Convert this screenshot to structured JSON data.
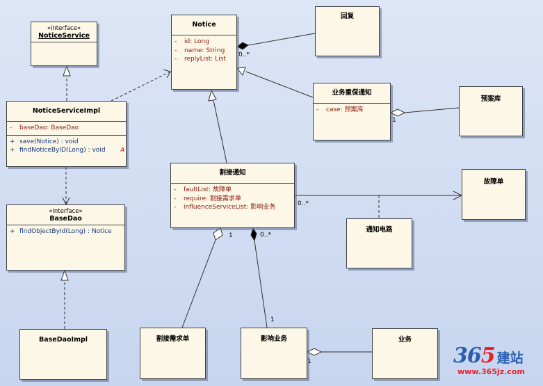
{
  "classes": {
    "notice_service": {
      "stereotype": "«interface»",
      "name": "NoticeService"
    },
    "notice": {
      "name": "Notice",
      "attributes": [
        {
          "vis": "-",
          "text": "id:  Long"
        },
        {
          "vis": "-",
          "text": "name:  String"
        },
        {
          "vis": "-",
          "text": "replyList:  List"
        }
      ]
    },
    "reply": {
      "name": "回复"
    },
    "notice_service_impl": {
      "name": "NoticeServiceImpl",
      "attributes": [
        {
          "vis": "-",
          "text": "baseDao:  BaseDao"
        }
      ],
      "operations": [
        {
          "vis": "+",
          "text": "save(Notice) : void"
        },
        {
          "vis": "+",
          "text": "findNoticeByID(Long) : void"
        }
      ],
      "abstract_marker": "A"
    },
    "biz_warning_notice": {
      "name": "业务重保通知",
      "attributes": [
        {
          "vis": "-",
          "text": "case:  预案库"
        }
      ]
    },
    "plan_library": {
      "name": "预案库"
    },
    "cut_notice": {
      "name": "割接通知",
      "attributes": [
        {
          "vis": "-",
          "text": "faultList:  故障单"
        },
        {
          "vis": "-",
          "text": "require:  割接需求单"
        },
        {
          "vis": "-",
          "text": "influenceServiceList:  影响业务"
        }
      ]
    },
    "fault_ticket": {
      "name": "故障单"
    },
    "base_dao": {
      "stereotype": "«interface»",
      "name": "BaseDao",
      "operations": [
        {
          "vis": "+",
          "text": "findObjectById(Long) :  Notice"
        }
      ]
    },
    "notify_circuit": {
      "name": "通知电路"
    },
    "base_dao_impl": {
      "name": "BaseDaoImpl"
    },
    "cut_request": {
      "name": "割接需求单"
    },
    "affected_business": {
      "name": "影响业务"
    },
    "business": {
      "name": "业务"
    }
  },
  "multiplicities": {
    "notice_reply": "0..*",
    "biz_plan": "1",
    "cut_fault": "0..*",
    "cut_request": "1",
    "cut_affect_src": "0..*",
    "cut_affect_dst": "1",
    "affect_business": "1"
  },
  "watermark": {
    "num_a": "36",
    "num_b": "5",
    "cn": "建站",
    "url": "www.365jz.com"
  },
  "colors": {
    "class_fill": "#fcf7e6",
    "class_border": "#404040",
    "background": "#d0dcf2",
    "attribute_text": "#8b1a10",
    "operation_text": "#12357a"
  }
}
